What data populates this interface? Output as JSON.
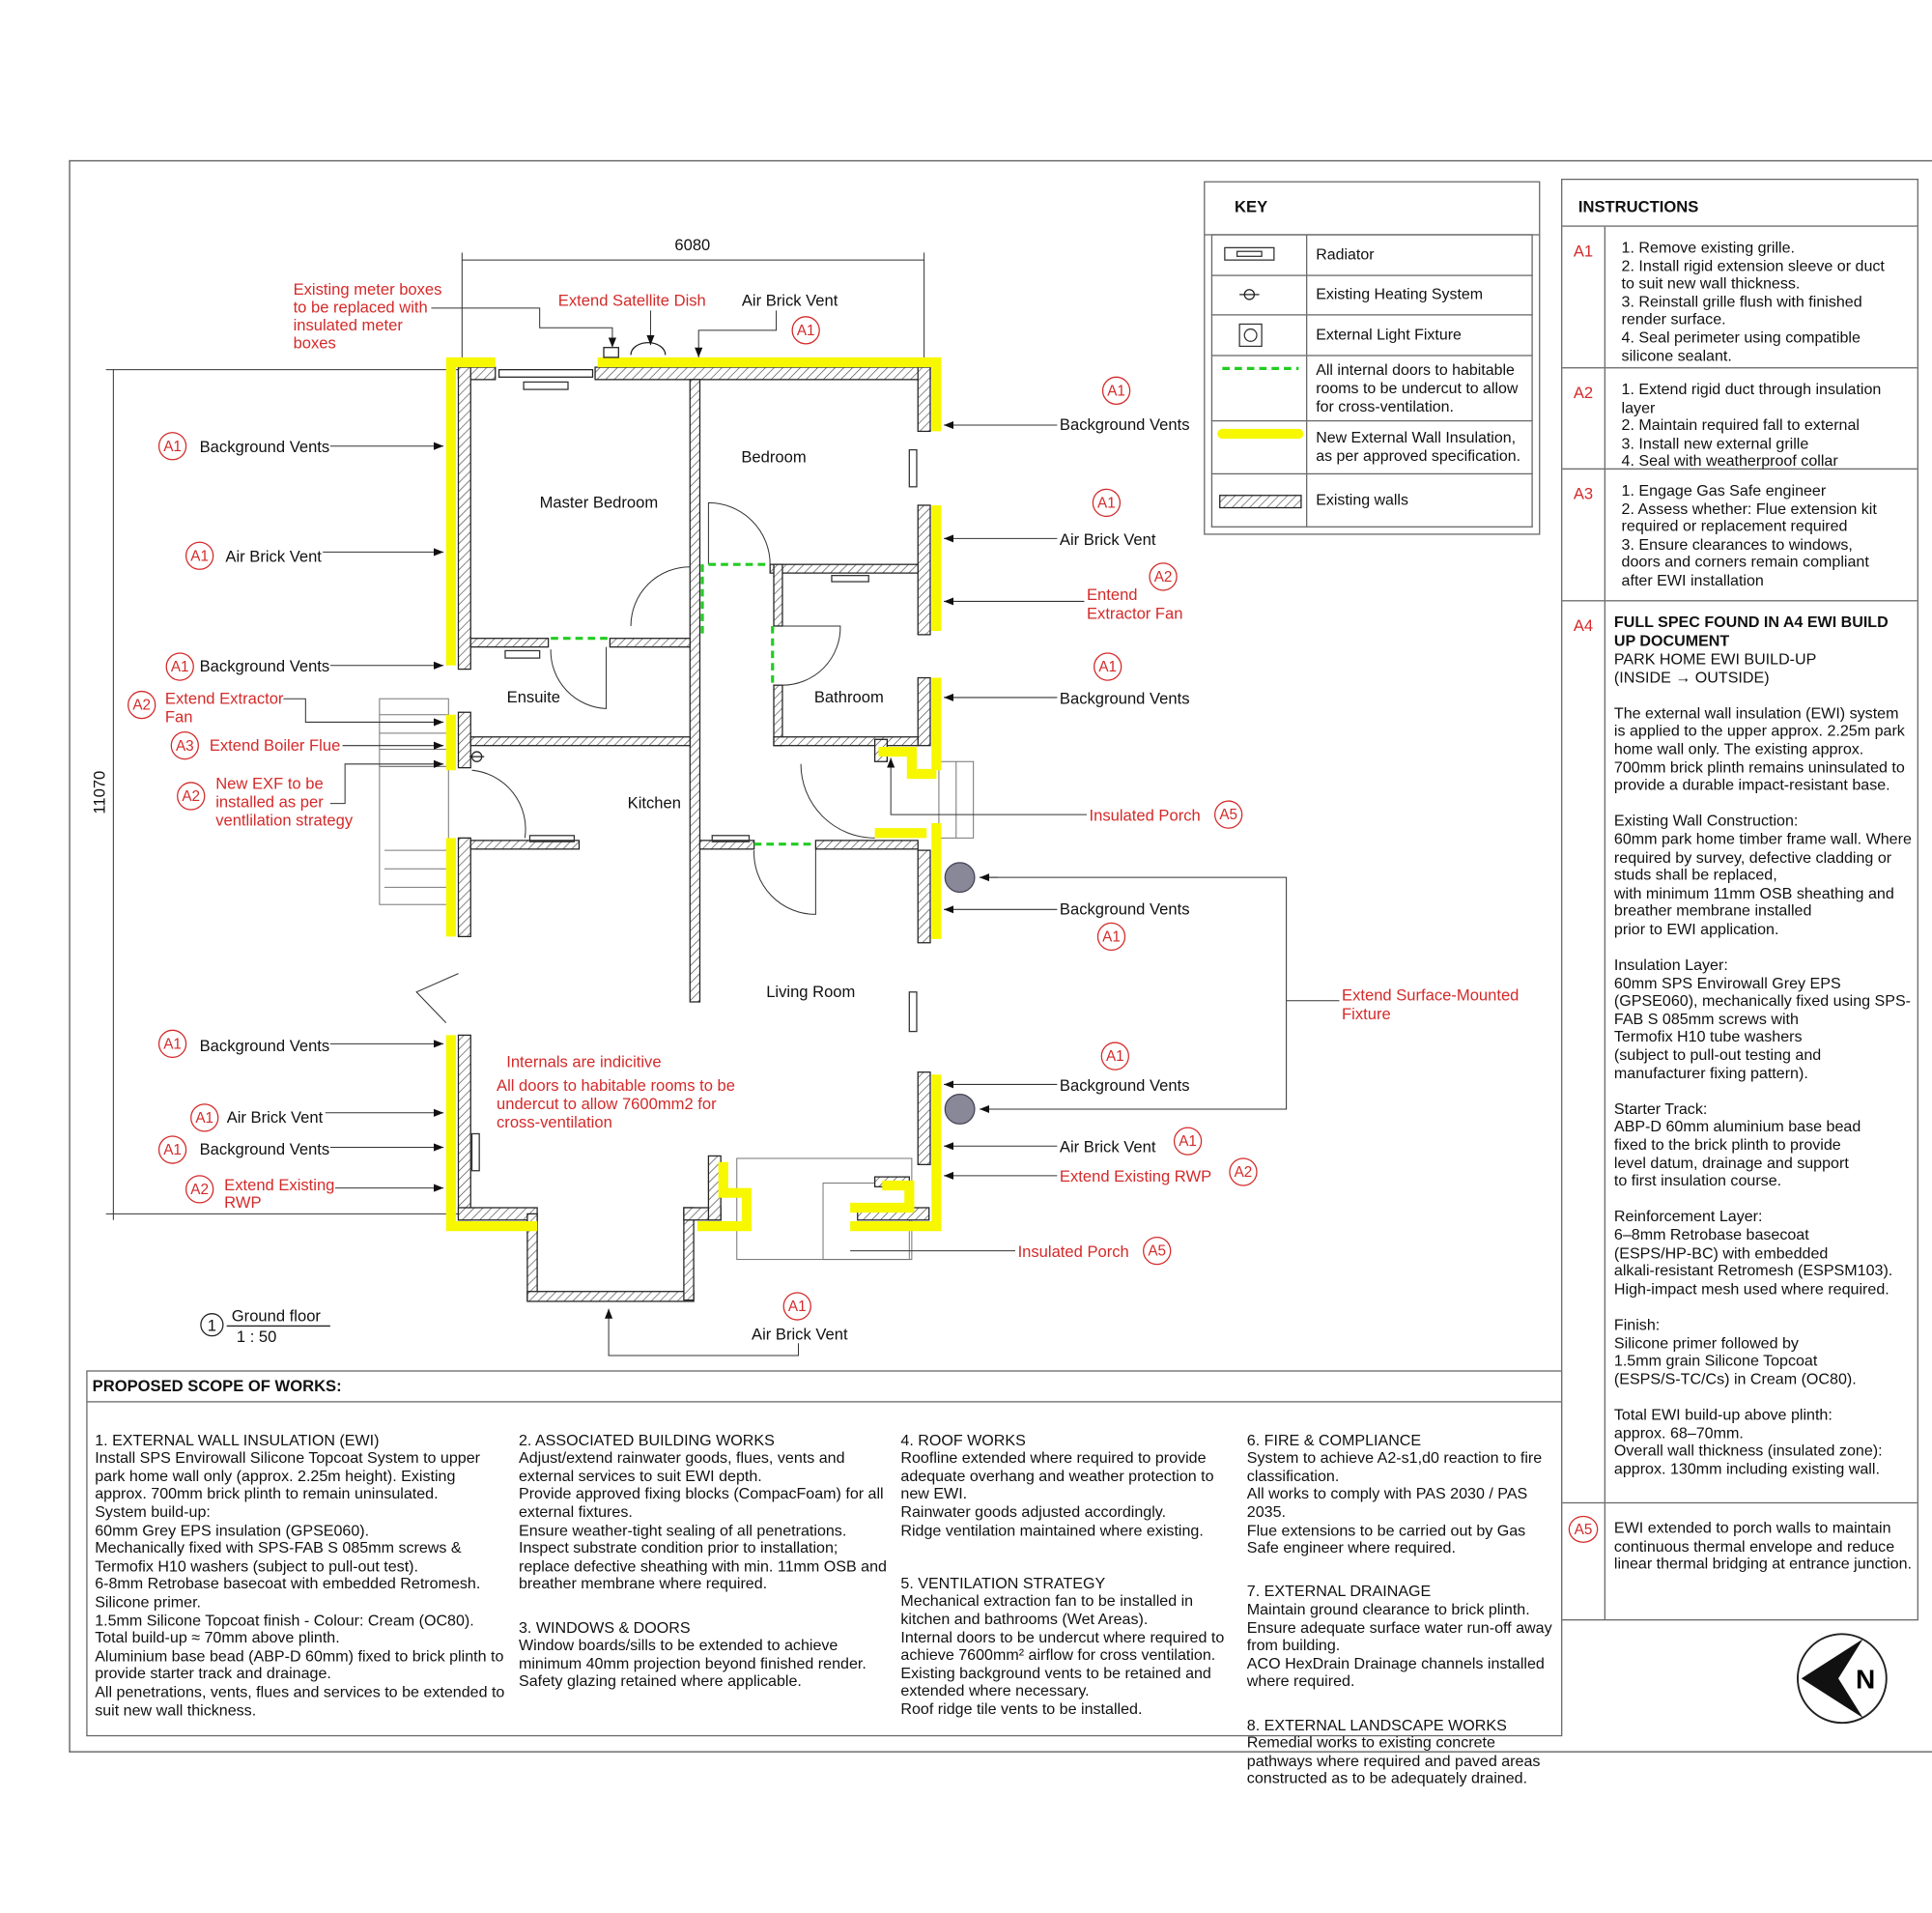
{
  "drawing": {
    "dim_width": "6080",
    "dim_height": "11070",
    "title_number": "1",
    "title": "Ground floor",
    "scale": "1 : 50",
    "north": "N",
    "colors": {
      "insulation": "#f7f700",
      "undercut": "#22cc22",
      "annotation": "#d42a2a"
    }
  },
  "rooms": [
    "Master Bedroom",
    "Bedroom",
    "Ensuite",
    "Bathroom",
    "Kitchen",
    "Living Room"
  ],
  "notes": {
    "internals": "Internals are indicitive",
    "undercut": [
      "All doors to habitable rooms to be",
      "undercut to allow 7600mm2 for",
      "cross-ventilation"
    ]
  },
  "annotations": {
    "meter": [
      "Existing meter boxes",
      "to be replaced with",
      "insulated meter",
      "boxes"
    ],
    "satellite": "Extend Satellite Dish",
    "top_abv": {
      "tag": "A1",
      "label": "Air Brick Vent"
    },
    "l1": {
      "tag": "A1",
      "label": "Background Vents"
    },
    "l2": {
      "tag": "A1",
      "label": "Air Brick Vent"
    },
    "l3": {
      "tag": "A1",
      "label": "Background Vents"
    },
    "l4": {
      "tag": "A2",
      "label": [
        "Extend Extractor",
        "Fan"
      ]
    },
    "l5": {
      "tag": "A3",
      "label": "Extend Boiler Flue"
    },
    "l6": {
      "tag": "A2",
      "label": [
        "New EXF to be",
        "installed as per",
        "ventlilation strategy"
      ]
    },
    "l7": {
      "tag": "A1",
      "label": "Background Vents"
    },
    "l8": {
      "tag": "A1",
      "label": "Air Brick Vent"
    },
    "l9": {
      "tag": "A1",
      "label": "Background Vents"
    },
    "l10": {
      "tag": "A2",
      "label": [
        "Extend Existing",
        "RWP"
      ]
    },
    "r1": {
      "tag": "A1",
      "label": "Background Vents"
    },
    "r2": {
      "tag": "A1",
      "label": "Air Brick Vent"
    },
    "r3": {
      "tag": "A2",
      "label": [
        "Entend",
        "Extractor Fan"
      ]
    },
    "r4": {
      "tag": "A1",
      "label": "Background Vents"
    },
    "r5": {
      "tag": "A5",
      "label": "Insulated Porch"
    },
    "r6": {
      "tag": "A1",
      "label": "Background Vents"
    },
    "r7": {
      "label": [
        "Extend Surface-Mounted",
        "Fixture"
      ]
    },
    "r8": {
      "tag": "A1",
      "label": "Background Vents"
    },
    "r9": {
      "tag": "A1",
      "label": "Air Brick Vent"
    },
    "r10": {
      "tag": "A2",
      "label": "Extend Existing RWP"
    },
    "r11": {
      "tag": "A5",
      "label": "Insulated Porch"
    },
    "bottom": {
      "tag": "A1",
      "label": "Air Brick Vent"
    }
  },
  "key": {
    "title": "KEY",
    "items": [
      {
        "icon": "radiator-icon",
        "label": "Radiator"
      },
      {
        "icon": "heating-system-icon",
        "label": "Existing Heating System"
      },
      {
        "icon": "light-fixture-icon",
        "label": "External Light Fixture"
      },
      {
        "icon": "green-dashed-line",
        "label": "All internal doors to habitable rooms to be undercut to allow for cross-ventilation."
      },
      {
        "icon": "yellow-line",
        "label": "New External Wall Insulation, as per approved specification."
      },
      {
        "icon": "hatched-wall",
        "label": "Existing walls"
      }
    ]
  },
  "instructions": {
    "title": "INSTRUCTIONS",
    "rows": [
      {
        "tag": "A1",
        "text": "1. Remove existing grille.\n2. Install rigid extension sleeve or duct\n    to suit new wall thickness.\n3. Reinstall grille flush with finished\n    render surface.\n4. Seal perimeter using compatible\n     silicone sealant."
      },
      {
        "tag": "A2",
        "text": "1. Extend rigid duct through insulation\n    layer\n2. Maintain required fall to external\n3. Install new external grille\n4. Seal with weatherproof collar"
      },
      {
        "tag": "A3",
        "text": "1. Engage Gas Safe engineer\n2. Assess whether: Flue extension kit\n    required or replacement required\n3. Ensure clearances to windows,\n    doors and corners remain compliant\n    after EWI installation"
      },
      {
        "tag": "A4",
        "heading": "FULL SPEC FOUND IN A4 EWI BUILD UP DOCUMENT",
        "text": "PARK HOME EWI BUILD-UP\n(INSIDE → OUTSIDE)\n\nThe external wall insulation (EWI) system is applied to the upper approx. 2.25m park home wall only. The existing approx. 700mm brick plinth remains uninsulated to provide a durable impact-resistant base.\n\nExisting Wall Construction:\n60mm park home timber frame wall. Where required by survey, defective cladding or studs shall be replaced,\n with minimum 11mm OSB sheathing and breather membrane installed\nprior to EWI application.\n\nInsulation Layer:\n60mm SPS Envirowall Grey EPS (GPSE060), mechanically fixed using SPS-FAB S 085mm screws with\nTermofix H10 tube washers\n(subject to pull-out testing and\n manufacturer fixing pattern).\n\nStarter Track:\nABP-D 60mm aluminium base bead\n fixed to the brick plinth to provide\n level datum, drainage and support\n  to first insulation course.\n\nReinforcement Layer:\n6–8mm Retrobase basecoat\n(ESPS/HP-BC) with embedded\n alkali-resistant Retromesh (ESPSM103).\nHigh-impact mesh used where required.\n\nFinish:\nSilicone primer followed by\n1.5mm grain Silicone Topcoat\n(ESPS/S-TC/Cs) in Cream (OC80).\n\nTotal EWI build-up above plinth:\napprox. 68–70mm.\nOverall wall thickness (insulated zone):\napprox. 130mm including existing wall."
      },
      {
        "tag": "A5",
        "text": "EWI extended to porch walls to maintain continuous thermal envelope and reduce linear thermal bridging at entrance junction."
      }
    ]
  },
  "scope": {
    "title": "PROPOSED SCOPE OF WORKS:",
    "sections": [
      {
        "heading": "1. EXTERNAL WALL INSULATION (EWI)",
        "text": "Install SPS Envirowall Silicone Topcoat System to upper park home wall only (approx. 2.25m height). Existing approx. 700mm brick plinth to remain uninsulated.\nSystem build-up:\n60mm Grey EPS insulation (GPSE060).\nMechanically fixed with SPS-FAB S 085mm screws & Termofix H10 washers (subject to pull-out test).\n6-8mm Retrobase basecoat with embedded Retromesh.\nSilicone primer.\n1.5mm Silicone Topcoat finish - Colour: Cream (OC80).\nTotal build-up ≈ 70mm above plinth.\nAluminium base bead (ABP-D 60mm) fixed to brick plinth to provide starter track and drainage.\nAll penetrations, vents, flues and services to be extended to suit new wall thickness."
      },
      {
        "heading": "2. ASSOCIATED BUILDING WORKS",
        "text": "Adjust/extend rainwater goods, flues, vents and external services to suit EWI depth.\nProvide approved fixing blocks (CompacFoam) for all external fixtures.\nEnsure weather-tight sealing of all penetrations.\nInspect substrate condition prior to installation; replace defective sheathing with min. 11mm OSB and breather membrane where required."
      },
      {
        "heading": "3. WINDOWS & DOORS",
        "text": "Window boards/sills to be extended to achieve minimum 40mm projection beyond finished render.\nSafety glazing retained where applicable."
      },
      {
        "heading": "4. ROOF WORKS",
        "text": "Roofline extended where required to provide adequate overhang and weather protection to new EWI.\nRainwater goods adjusted accordingly.\nRidge ventilation maintained where existing."
      },
      {
        "heading": "5. VENTILATION STRATEGY",
        "text": "Mechanical extraction fan to be installed in kitchen and bathrooms (Wet Areas).\nInternal doors to be undercut where required to achieve 7600mm² airflow for cross ventilation.\nExisting background vents to be retained and extended where necessary.\nRoof ridge tile vents to be installed."
      },
      {
        "heading": "6. FIRE & COMPLIANCE",
        "text": "System to achieve A2-s1,d0 reaction to fire classification.\nAll works to comply with PAS 2030 / PAS 2035.\nFlue extensions to be carried out by Gas Safe engineer where required."
      },
      {
        "heading": "7. EXTERNAL DRAINAGE",
        "text": "Maintain ground clearance to brick plinth.\nEnsure adequate surface water run-off away from building.\nACO HexDrain Drainage channels installed where required."
      },
      {
        "heading": "8. EXTERNAL LANDSCAPE WORKS",
        "text": "Remedial works to existing concrete pathways where required and paved areas constructed as to be adequately drained."
      }
    ]
  }
}
